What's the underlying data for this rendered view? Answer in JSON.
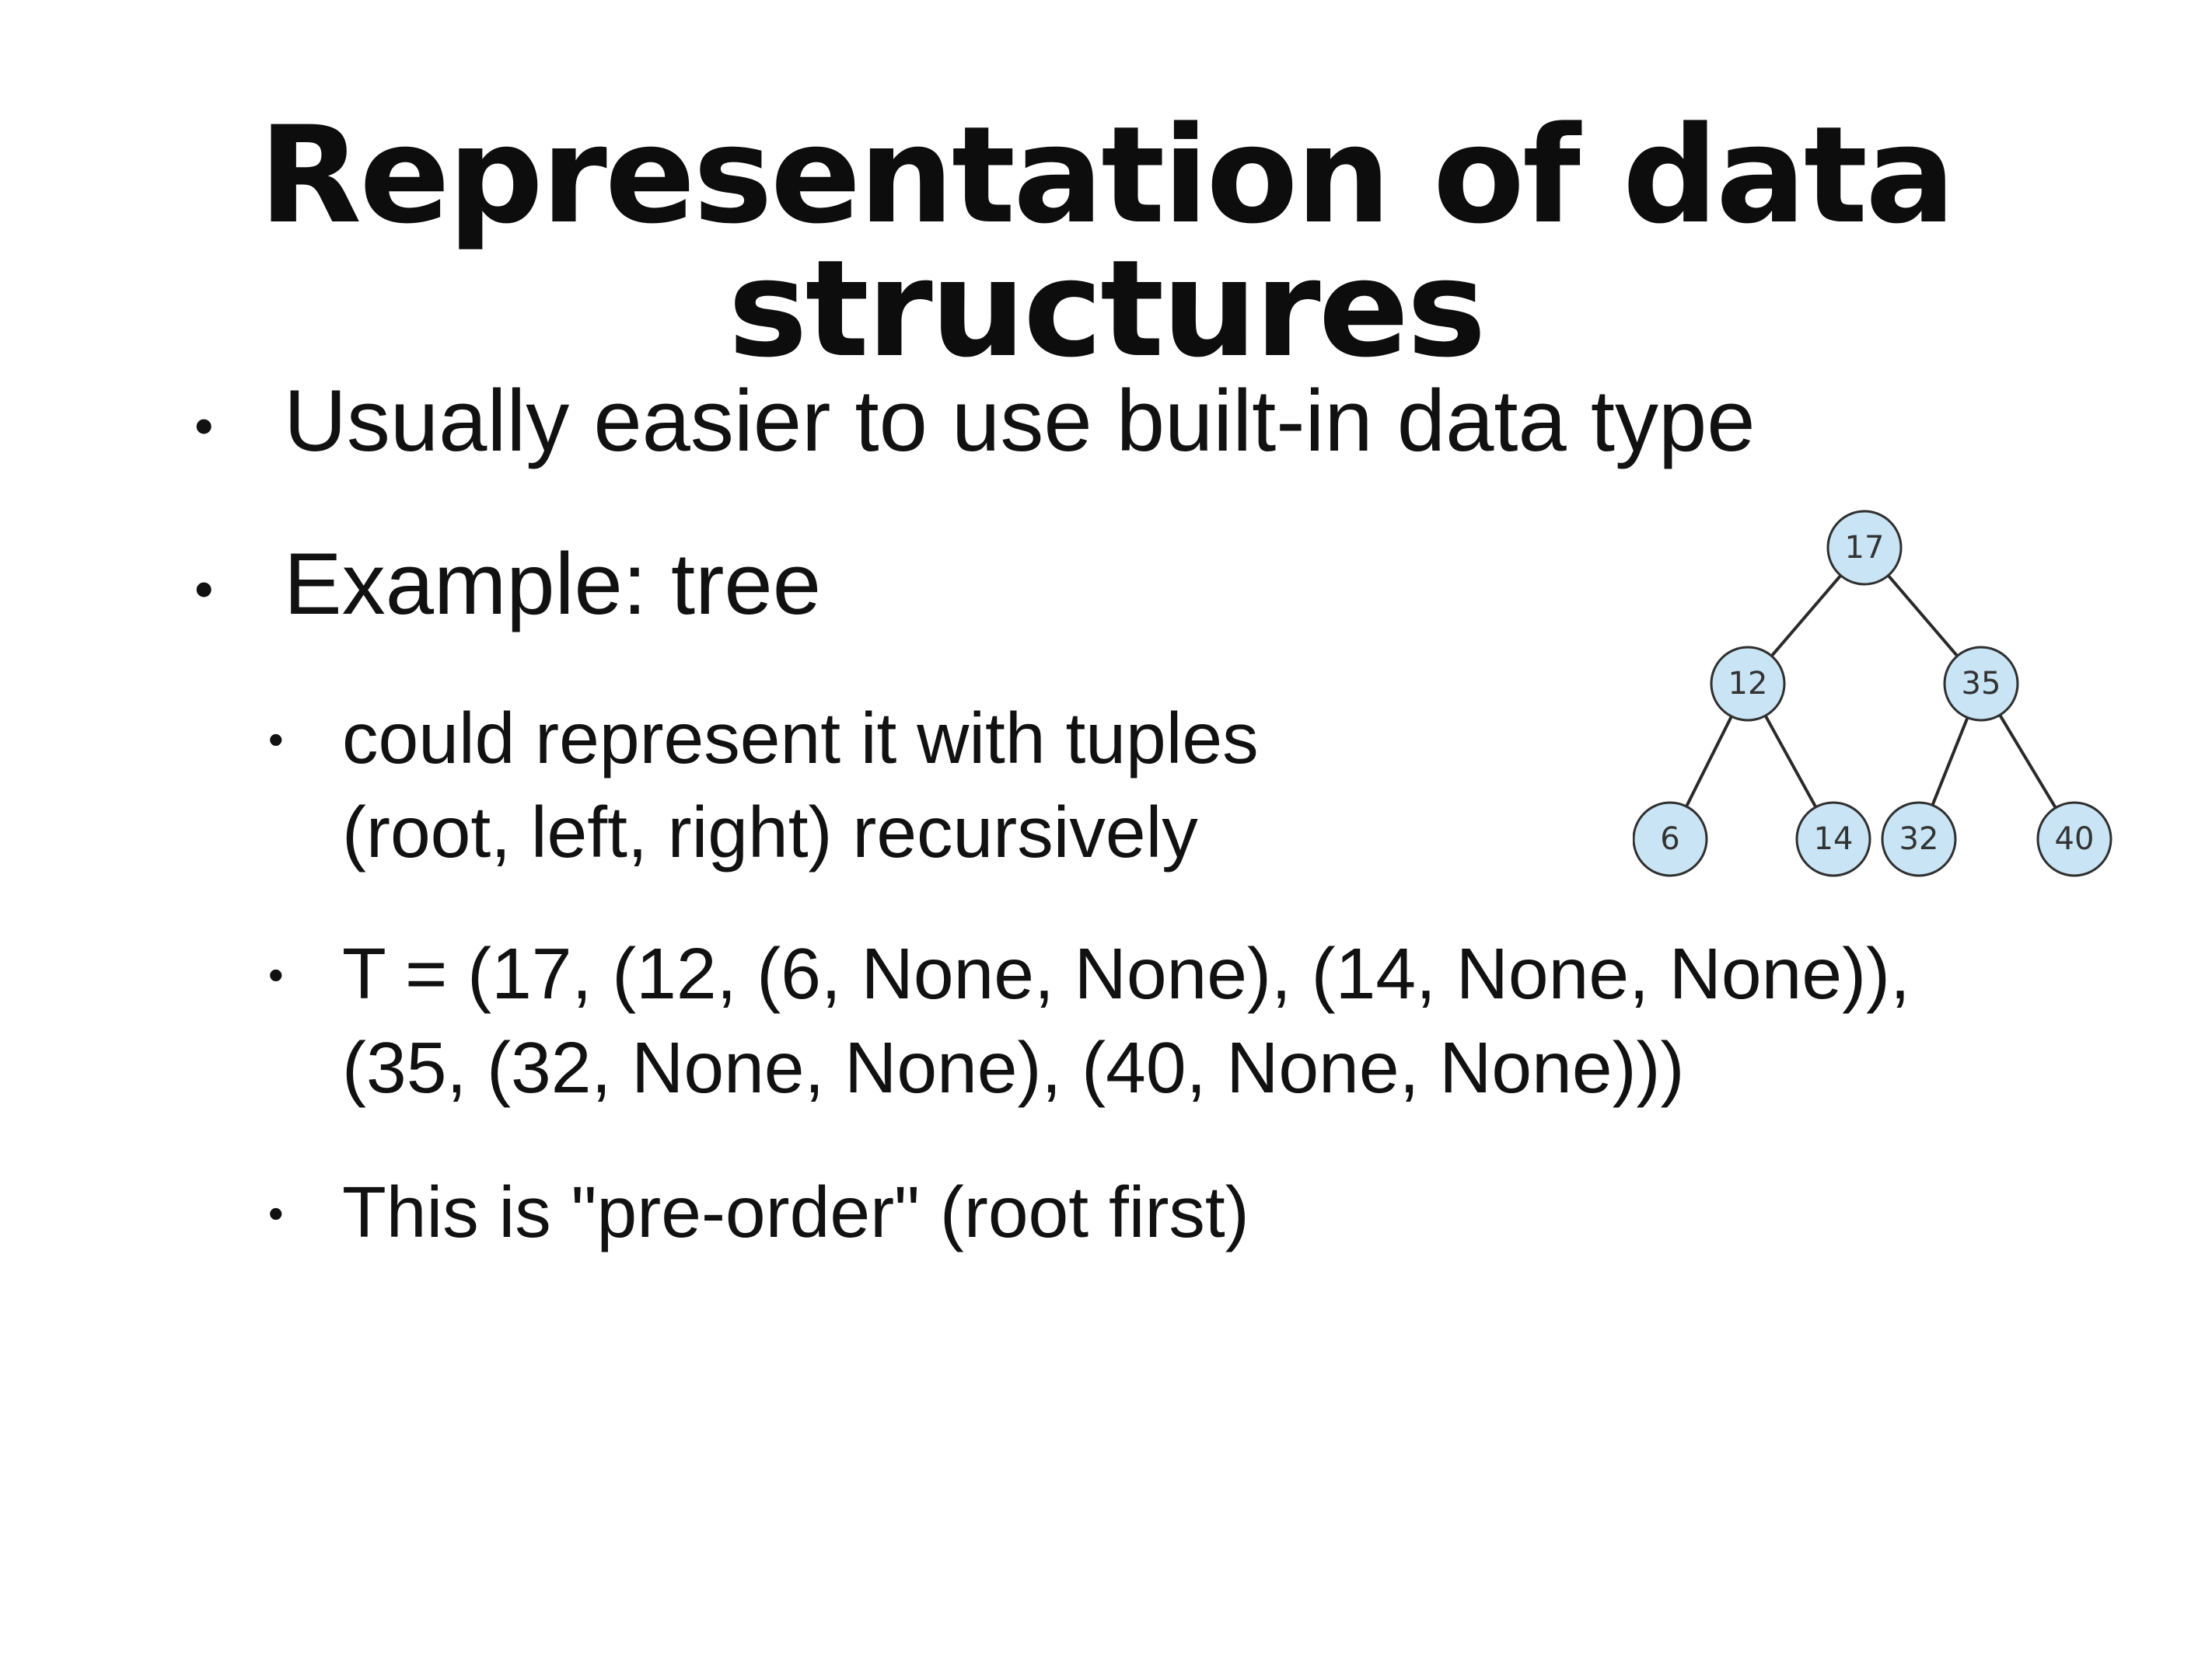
{
  "title": "Representation of data structures",
  "bullets": {
    "b1": "Usually easier to use built-in data type",
    "b2": "Example: tree",
    "b2_1_line1": "could represent it with tuples",
    "b2_1_line2": "(root, left, right) recursively",
    "b2_2_line1": "T = (17, (12, (6, None, None), (14, None, None)),",
    "b2_2_line2": "(35, (32, None, None), (40, None, None)))",
    "b2_3": "This is \"pre-order\" (root first)"
  },
  "tree": {
    "colors": {
      "node_fill": "#c9e4f4",
      "node_stroke": "#2f2f2f",
      "edge": "#2a2a2a"
    },
    "nodes": [
      {
        "id": "n17",
        "label": "17"
      },
      {
        "id": "n12",
        "label": "12"
      },
      {
        "id": "n35",
        "label": "35"
      },
      {
        "id": "n6",
        "label": "6"
      },
      {
        "id": "n14",
        "label": "14"
      },
      {
        "id": "n32",
        "label": "32"
      },
      {
        "id": "n40",
        "label": "40"
      }
    ],
    "edges": [
      {
        "from": "n17",
        "to": "n12"
      },
      {
        "from": "n17",
        "to": "n35"
      },
      {
        "from": "n12",
        "to": "n6"
      },
      {
        "from": "n12",
        "to": "n14"
      },
      {
        "from": "n35",
        "to": "n32"
      },
      {
        "from": "n35",
        "to": "n40"
      }
    ]
  }
}
